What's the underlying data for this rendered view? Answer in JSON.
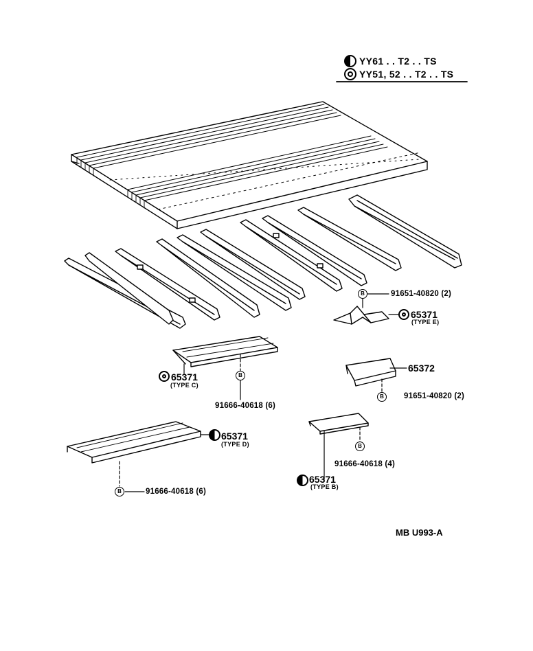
{
  "legend": {
    "row1": "YY61 . . T2 . . TS",
    "row2": "YY51, 52 . . T2 . . TS"
  },
  "bolt_symbol": "B",
  "callouts": {
    "e_bolt": "91651-40820 (2)",
    "e_part": "65371",
    "e_type": "(TYPE E)",
    "c_part": "65371",
    "c_type": "(TYPE C)",
    "c_bolt": "91666-40618 (6)",
    "r_part": "65372",
    "r_bolt": "91651-40820 (2)",
    "d_part": "65371",
    "d_type": "(TYPE D)",
    "d_bolt": "91666-40618 (6)",
    "b_bolt": "91666-40618 (4)",
    "b_part": "65371",
    "b_type": "(TYPE B)"
  },
  "diagram_code": "MB U993-A",
  "icons": {
    "half_circle": "half-filled-circle-icon",
    "ring": "double-ring-icon",
    "bolt": "circled-b-icon"
  }
}
